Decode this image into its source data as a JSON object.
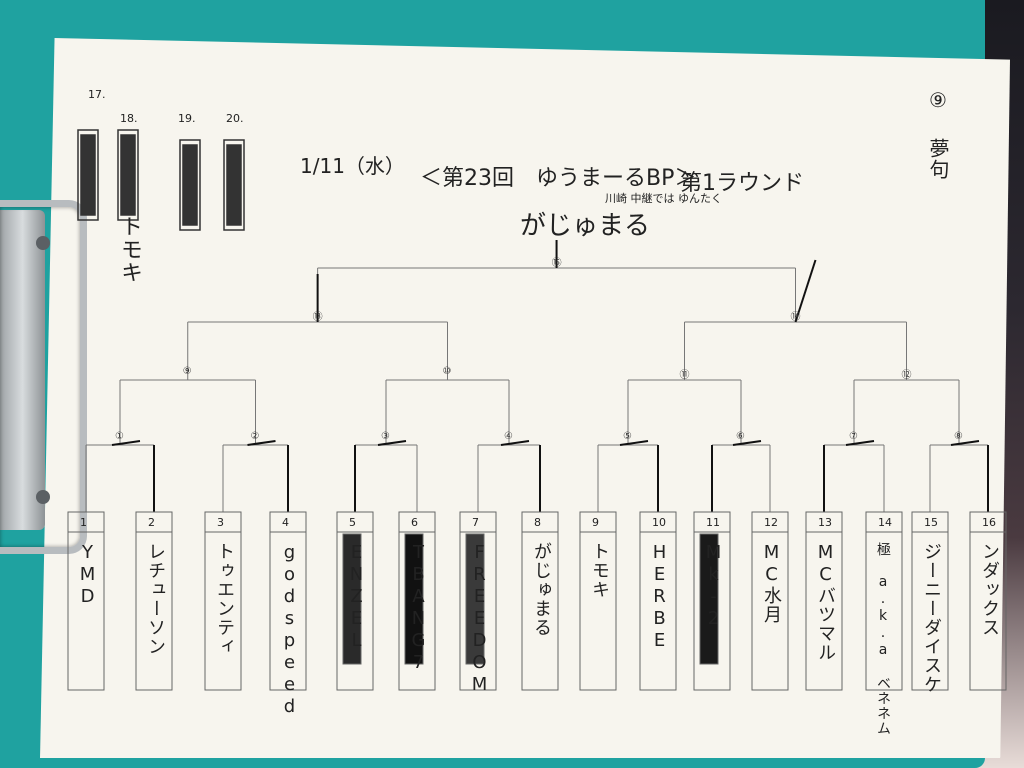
{
  "header": {
    "date": "1/11（水）",
    "title": "＜第23回　ゆうまーるBP＞",
    "round": "第1ラウンド"
  },
  "winner_note": {
    "annotation": "川崎 中継では ゆんたく",
    "winner_name": "がじゅまる"
  },
  "top_right_note": "⑨ 夢句",
  "reserve_slots": {
    "numbers": [
      "17.",
      "18.",
      "19.",
      "20."
    ],
    "names": [
      "トモキ"
    ]
  },
  "entries": [
    {
      "no": "1",
      "name": "YMD"
    },
    {
      "no": "2",
      "name": "レチューソン"
    },
    {
      "no": "3",
      "name": "トゥエンティ"
    },
    {
      "no": "4",
      "name": "godspeed"
    },
    {
      "no": "5",
      "name": "ENZEL"
    },
    {
      "no": "6",
      "name": "TBANG7"
    },
    {
      "no": "7",
      "name": "FREEDOM"
    },
    {
      "no": "8",
      "name": "がじゅまる"
    },
    {
      "no": "9",
      "name": "トモキ"
    },
    {
      "no": "10",
      "name": "HERBE"
    },
    {
      "no": "11",
      "name": "Mk-2"
    },
    {
      "no": "12",
      "name": "MC水月"
    },
    {
      "no": "13",
      "name": "MCバツマル"
    },
    {
      "no": "14",
      "name": "極 a.k.a ベネネム"
    },
    {
      "no": "15",
      "name": "ジーニーダイスケ"
    },
    {
      "no": "16",
      "name": "ンダックス"
    }
  ],
  "matches": [
    "①",
    "②",
    "③",
    "④",
    "⑤",
    "⑥",
    "⑦",
    "⑧",
    "⑨",
    "⑩",
    "⑪",
    "⑫",
    "⑬",
    "⑭",
    "⑮"
  ]
}
